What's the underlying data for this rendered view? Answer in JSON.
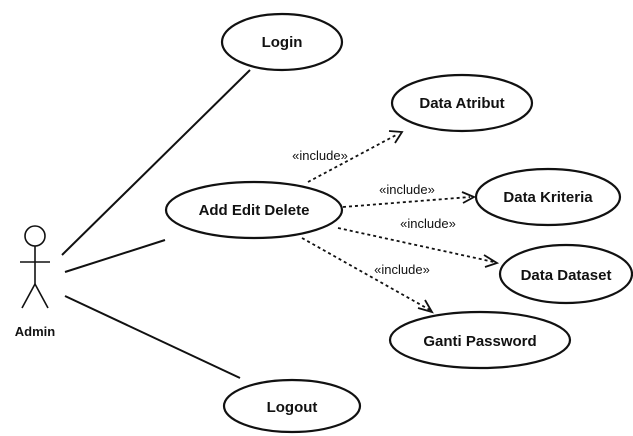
{
  "actor": {
    "name": "Admin"
  },
  "use_cases": {
    "login": "Login",
    "add_edit_delete": "Add Edit Delete",
    "logout": "Logout",
    "data_atribut": "Data Atribut",
    "data_kriteria": "Data Kriteria",
    "data_dataset": "Data Dataset",
    "ganti_password": "Ganti Password"
  },
  "relations": {
    "include_atribut": "«include»",
    "include_kriteria": "«include»",
    "include_dataset": "«include»",
    "include_password": "«include»"
  }
}
